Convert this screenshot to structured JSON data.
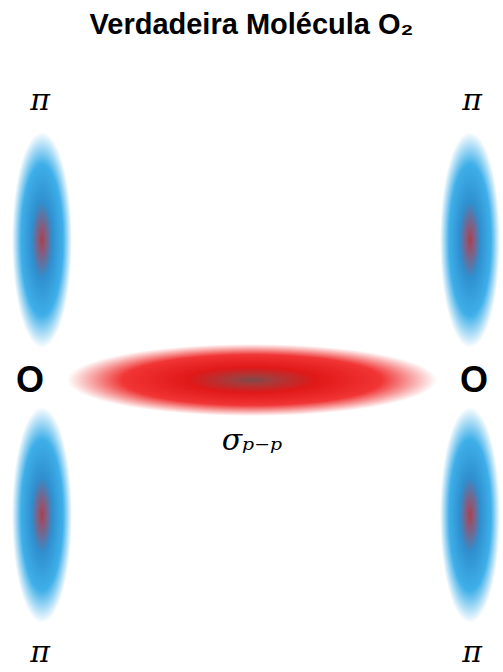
{
  "diagram": {
    "title": "Verdadeira Molécula O₂",
    "labels": [
      "π",
      "π",
      "O",
      "O",
      "σₚ₋ₚ",
      "π",
      "π"
    ]
  }
}
